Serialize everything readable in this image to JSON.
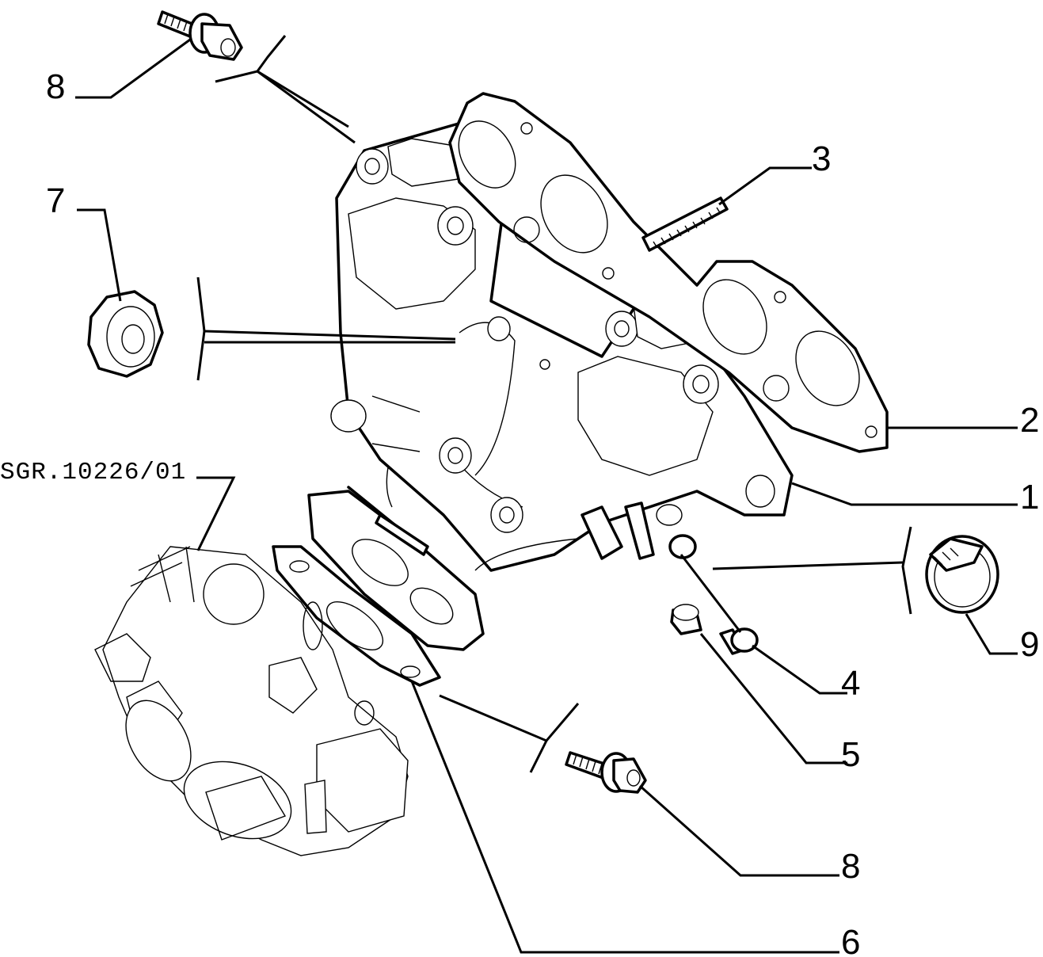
{
  "reference_code": "SGR.10226/01",
  "callouts": {
    "c1": "1",
    "c2": "2",
    "c3": "3",
    "c4": "4",
    "c5": "5",
    "c6": "6",
    "c7": "7",
    "c8_top": "8",
    "c8_bottom": "8",
    "c9": "9"
  }
}
